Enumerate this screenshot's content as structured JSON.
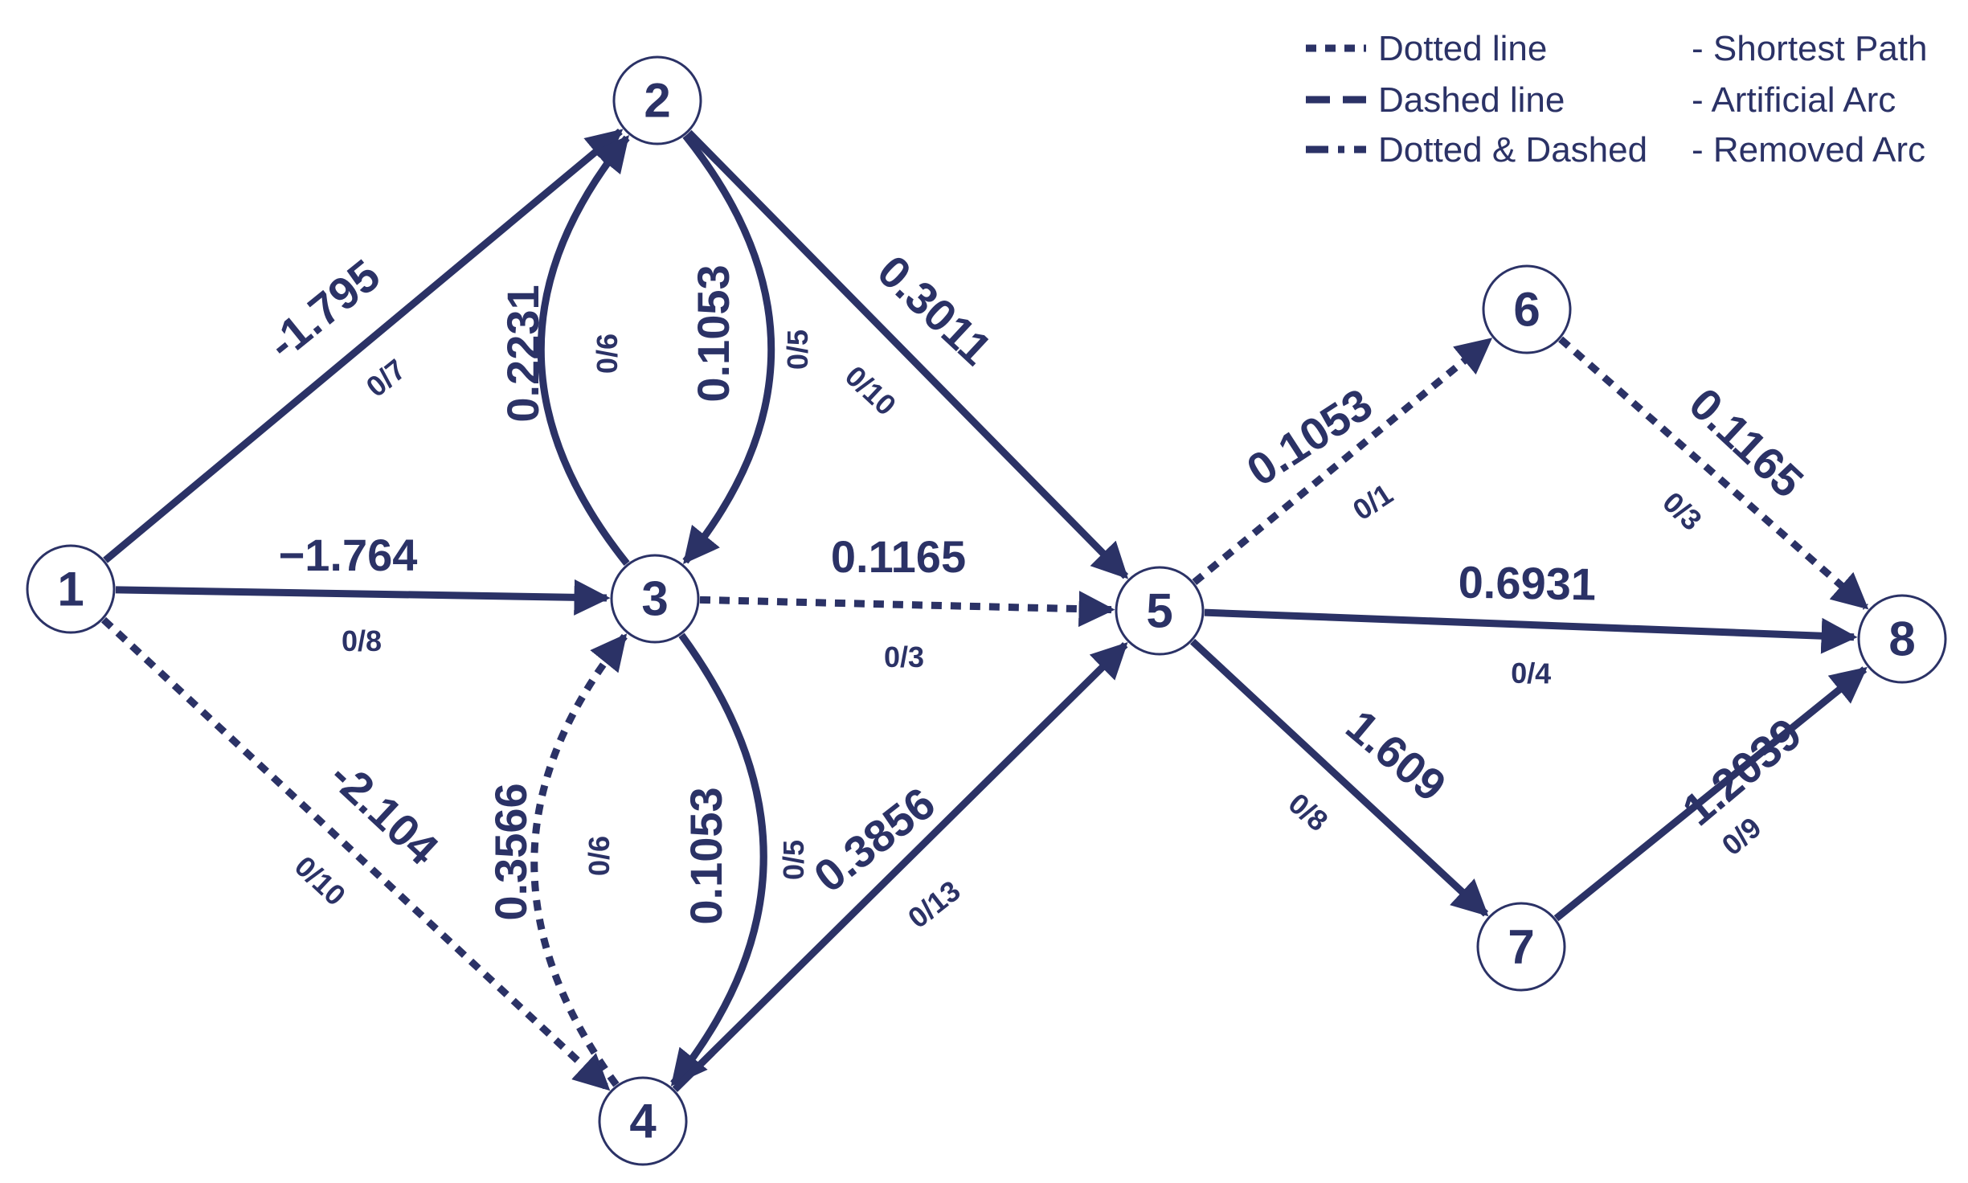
{
  "colors": {
    "ink": "#2b3266",
    "background": "#ffffff"
  },
  "legend": {
    "rows": [
      {
        "style": "dotted",
        "name": "Dotted line",
        "meaning": "- Shortest Path"
      },
      {
        "style": "dashed",
        "name": "Dashed line",
        "meaning": "- Artificial Arc"
      },
      {
        "style": "dotdash",
        "name": "Dotted & Dashed",
        "meaning": "- Removed Arc"
      }
    ]
  },
  "nodes": [
    {
      "id": "1",
      "label": "1"
    },
    {
      "id": "2",
      "label": "2"
    },
    {
      "id": "3",
      "label": "3"
    },
    {
      "id": "4",
      "label": "4"
    },
    {
      "id": "5",
      "label": "5"
    },
    {
      "id": "6",
      "label": "6"
    },
    {
      "id": "7",
      "label": "7"
    },
    {
      "id": "8",
      "label": "8"
    }
  ],
  "edges": [
    {
      "id": "e12",
      "from": "1",
      "to": "2",
      "weight": "-1.795",
      "capacity": "0/7",
      "style": "solid"
    },
    {
      "id": "e13",
      "from": "1",
      "to": "3",
      "weight": "−1.764",
      "capacity": "0/8",
      "style": "solid"
    },
    {
      "id": "e14",
      "from": "1",
      "to": "4",
      "weight": "-2.104",
      "capacity": "0/10",
      "style": "dotted"
    },
    {
      "id": "e23",
      "from": "2",
      "to": "3",
      "weight": "0.2231",
      "capacity": "0/6",
      "style": "solid"
    },
    {
      "id": "e32",
      "from": "3",
      "to": "2",
      "weight": "0.1053",
      "capacity": "0/5",
      "style": "solid"
    },
    {
      "id": "e25",
      "from": "2",
      "to": "5",
      "weight": "0.3011",
      "capacity": "0/10",
      "style": "solid"
    },
    {
      "id": "e35",
      "from": "3",
      "to": "5",
      "weight": "0.1165",
      "capacity": "0/3",
      "style": "dotted"
    },
    {
      "id": "e34",
      "from": "3",
      "to": "4",
      "weight": "0.3566",
      "capacity": "0/6",
      "style": "solid"
    },
    {
      "id": "e43",
      "from": "4",
      "to": "3",
      "weight": "0.1053",
      "capacity": "0/5",
      "style": "dotted"
    },
    {
      "id": "e45",
      "from": "4",
      "to": "5",
      "weight": "0.3856",
      "capacity": "0/13",
      "style": "solid"
    },
    {
      "id": "e56",
      "from": "5",
      "to": "6",
      "weight": "0.1053",
      "capacity": "0/1",
      "style": "dotted"
    },
    {
      "id": "e58",
      "from": "5",
      "to": "8",
      "weight": "0.6931",
      "capacity": "0/4",
      "style": "solid"
    },
    {
      "id": "e57",
      "from": "5",
      "to": "7",
      "weight": "1.609",
      "capacity": "0/8",
      "style": "solid"
    },
    {
      "id": "e68",
      "from": "6",
      "to": "8",
      "weight": "0.1165",
      "capacity": "0/3",
      "style": "dotted"
    },
    {
      "id": "e78",
      "from": "7",
      "to": "8",
      "weight": "1.2039",
      "capacity": "0/9",
      "style": "solid"
    }
  ]
}
